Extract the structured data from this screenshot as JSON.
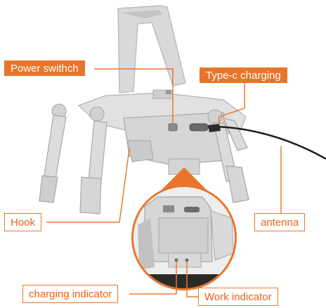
{
  "colors": {
    "accent": "#e8752a",
    "product": "#dcdcdc",
    "background": "#ffffff"
  },
  "labels": {
    "power_switch": "Power swithch",
    "typec_charging": "Type-c charging",
    "hook": "Hook",
    "antenna": "antenna",
    "charging_indicator": "charging indicator",
    "work_indicator": "Work indicator"
  }
}
